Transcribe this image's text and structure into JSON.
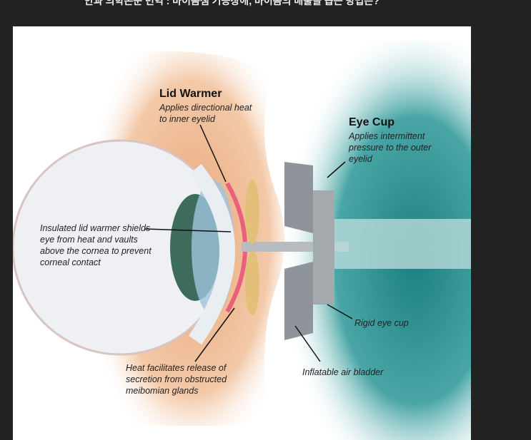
{
  "caption": "안과 의학논문 번역 : 마이봄샘 기능장애, 마이봄의 배출을 돕는 방법은?",
  "figure": {
    "lid_warmer_title": "Lid Warmer",
    "lid_warmer_desc": "Applies directional heat to inner eyelid",
    "eye_cup_title": "Eye Cup",
    "eye_cup_desc": "Applies intermittent pressure to the outer eyelid",
    "insulated_desc": "Insulated lid warmer shields eye from heat and vaults above the cornea to prevent corneal contact",
    "heat_desc": "Heat facilitates release of secretion from obstructed meibomian glands",
    "rigid_cup": "Rigid eye cup",
    "air_bladder": "Inflatable air bladder"
  }
}
